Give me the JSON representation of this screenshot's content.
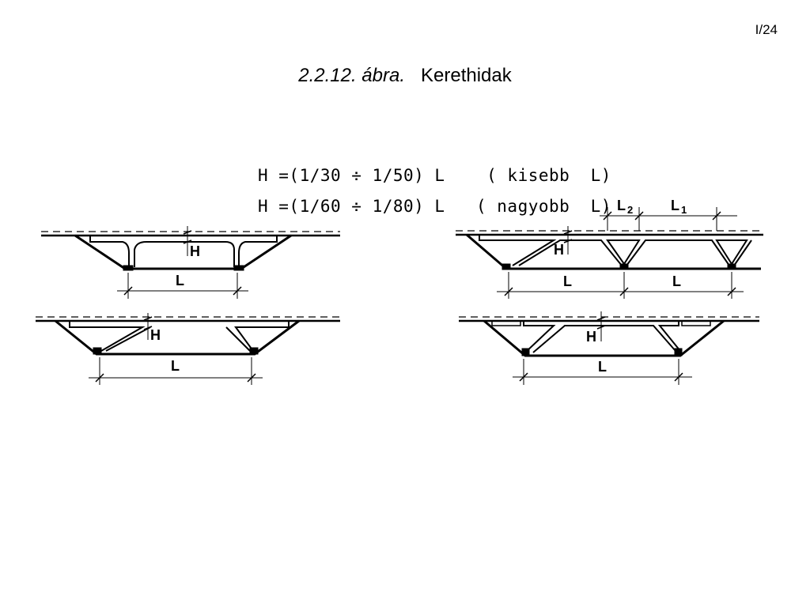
{
  "page_number": "I/24",
  "title": {
    "label": "2.2.12. ábra.",
    "text": "Kerethidak"
  },
  "formulas": [
    "H =(1/30 ÷ 1/50) L    ( kisebb  L)",
    "H =(1/60 ÷ 1/80) L   ( nagyobb  L)"
  ],
  "dimension_labels": {
    "H": "H",
    "L": "L",
    "L1": "L",
    "L1_sub": "1",
    "L2": "L",
    "L2_sub": "2"
  }
}
